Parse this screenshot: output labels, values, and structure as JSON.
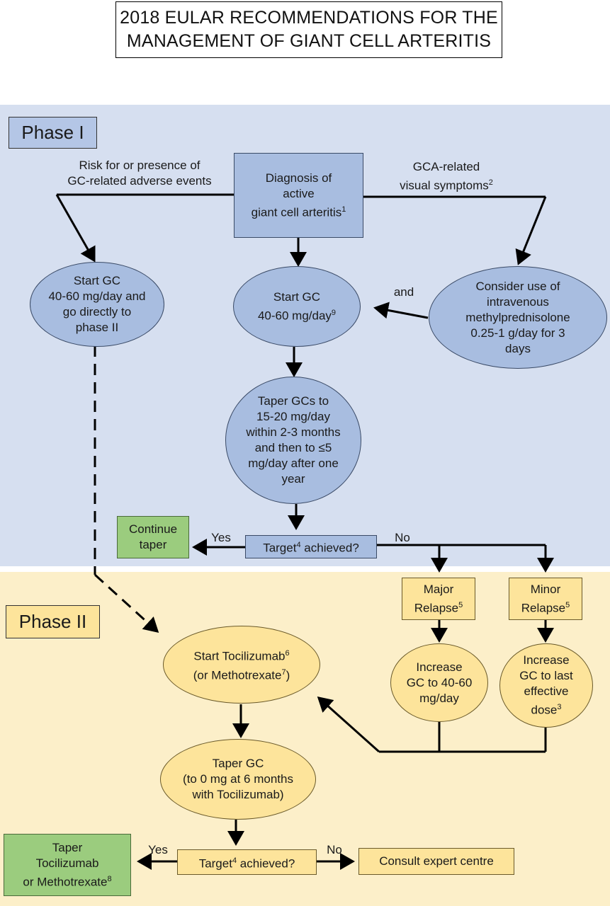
{
  "title": {
    "line1": "2018 EULAR RECOMMENDATIONS FOR THE",
    "line2": "MANAGEMENT OF GIANT CELL ARTERITIS"
  },
  "phases": {
    "phase1": "Phase I",
    "phase2": "Phase II"
  },
  "colors": {
    "phase1_bg": "#d6dff0",
    "phase2_bg": "#fcefc9",
    "blue_node": "#a8bde0",
    "green_node": "#9bcc7e",
    "yellow_node": "#fde49b"
  },
  "nodes": {
    "diagnosis": {
      "l1": "Diagnosis of",
      "l2": "active",
      "l3": "giant cell arteritis",
      "sup": "1"
    },
    "start_gc_left": {
      "l1": "Start GC",
      "l2": "40-60 mg/day and",
      "l3": "go directly to",
      "l4": "phase II"
    },
    "start_gc_mid": {
      "l1": "Start GC",
      "l2": "40-60 mg/day",
      "sup": "9"
    },
    "iv_methyl": {
      "l1": "Consider use of",
      "l2": "intravenous",
      "l3": "methylprednisolone",
      "l4": "0.25-1 g/day for 3",
      "l5": "days"
    },
    "taper_gcs": {
      "l1": "Taper GCs to",
      "l2": "15-20 mg/day",
      "l3": "within 2-3 months",
      "l4": "and then to ≤5",
      "l5": "mg/day after one",
      "l6": "year"
    },
    "target1": {
      "pre": "Target",
      "sup": "4",
      "post": " achieved?"
    },
    "continue_taper": {
      "l1": "Continue",
      "l2": "taper"
    },
    "major_relapse": {
      "l1": "Major",
      "l2": "Relapse",
      "sup": "5"
    },
    "minor_relapse": {
      "l1": "Minor",
      "l2": "Relapse",
      "sup": "5"
    },
    "start_tocilizumab": {
      "l1": "Start Tocilizumab",
      "sup1": "6",
      "l2": "(or Methotrexate",
      "sup2": "7",
      "l2end": ")"
    },
    "increase_major": {
      "l1": "Increase",
      "l2": "GC to 40-60",
      "l3": "mg/day"
    },
    "increase_minor": {
      "l1": "Increase",
      "l2": "GC to last",
      "l3": "effective",
      "l4": "dose",
      "sup": "3"
    },
    "taper_gc2": {
      "l1": "Taper GC",
      "l2": "(to 0 mg at 6 months",
      "l3": "with Tocilizumab)"
    },
    "target2": {
      "pre": "Target",
      "sup": "4",
      "post": " achieved?"
    },
    "taper_toci": {
      "l1": "Taper",
      "l2": "Tocilizumab",
      "l3": "or Methotrexate",
      "sup": "8"
    },
    "consult": {
      "l1": "Consult expert centre"
    }
  },
  "edge_labels": {
    "risk": {
      "l1": "Risk for or presence of",
      "l2": "GC-related adverse events"
    },
    "visual": {
      "l1": "GCA-related",
      "l2": "visual symptoms",
      "sup": "2"
    },
    "and": "and",
    "yes1": "Yes",
    "no1": "No",
    "yes2": "Yes",
    "no2": "No"
  }
}
